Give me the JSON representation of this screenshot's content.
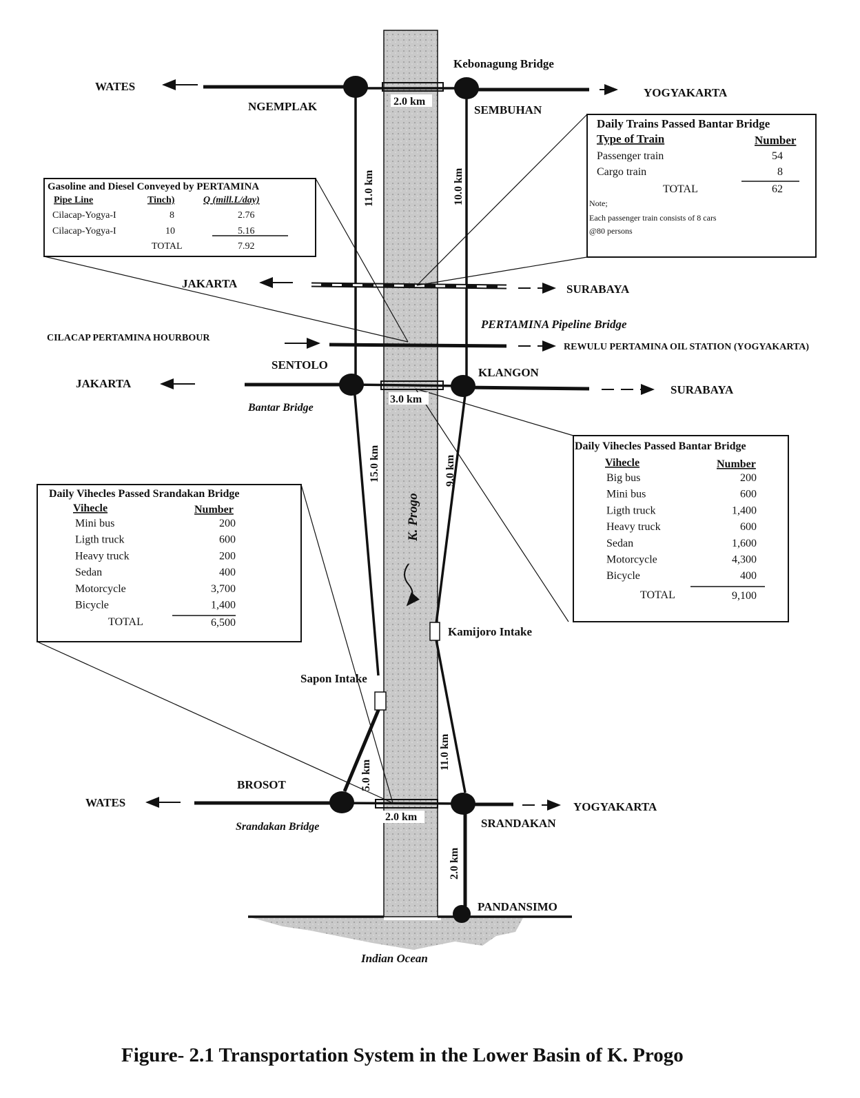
{
  "places": {
    "wates_top": "WATES",
    "yogyakarta_top": "YOGYAKARTA",
    "ngemplak": "NGEMPLAK",
    "sembuhan": "SEMBUHAN",
    "kebonagung_bridge": "Kebonagung Bridge",
    "jakarta_rail": "JAKARTA",
    "surabaya_rail": "SURABAYA",
    "pertamina_pipeline_bridge": "PERTAMINA Pipeline Bridge",
    "cilacap_harbour": "CILACAP PERTAMINA HOURBOUR",
    "rewulu_station": "REWULU PERTAMINA OIL STATION (YOGYAKARTA)",
    "sentolo": "SENTOLO",
    "klangon": "KLANGON",
    "jakarta_road": "JAKARTA",
    "surabaya_road": "SURABAYA",
    "bantar_bridge": "Bantar Bridge",
    "river": "K. Progo",
    "kamijoro_intake": "Kamijoro Intake",
    "sapon_intake": "Sapon Intake",
    "brosot": "BROSOT",
    "wates_bottom": "WATES",
    "yogyakarta_bottom": "YOGYAKARTA",
    "srandakan": "SRANDAKAN",
    "srandakan_bridge": "Srandakan Bridge",
    "pandansimo": "PANDANSIMO",
    "indian_ocean": "Indian Ocean"
  },
  "distances": {
    "kebonagung_span": "2.0 km",
    "left_upper": "11.0 km",
    "right_upper": "10.0 km",
    "bantar_span": "3.0 km",
    "left_middle": "15.0 km",
    "right_middle": "9.0 km",
    "right_lower": "11.0 km",
    "left_lower": "5.0 km",
    "srandakan_span": "2.0 km",
    "pandansimo_link": "2.0 km"
  },
  "pertamina_box": {
    "title": "Gasoline and Diesel Conveyed by PERTAMINA",
    "headers": [
      "Pipe Line",
      "Tinch)",
      "Q (mill.L/day)"
    ],
    "rows": [
      [
        "Cilacap-Yogya-I",
        "8",
        "2.76"
      ],
      [
        "Cilacap-Yogya-I",
        "10",
        "5.16"
      ]
    ],
    "total_label": "TOTAL",
    "total_value": "7.92"
  },
  "trains_box": {
    "title": "Daily Trains Passed Bantar Bridge",
    "headers": [
      "Type of Train",
      "Number"
    ],
    "rows": [
      [
        "Passenger train",
        "54"
      ],
      [
        "Cargo train",
        "8"
      ]
    ],
    "total_label": "TOTAL",
    "total_value": "62",
    "note_label": "Note;",
    "note_line1": "Each passenger train consists of 8 cars",
    "note_line2": "@80 persons"
  },
  "bantar_box": {
    "title": "Daily Vihecles Passed Bantar Bridge",
    "headers": [
      "Vihecle",
      "Number"
    ],
    "rows": [
      [
        "Big bus",
        "200"
      ],
      [
        "Mini bus",
        "600"
      ],
      [
        "Ligth truck",
        "1,400"
      ],
      [
        "Heavy truck",
        "600"
      ],
      [
        "Sedan",
        "1,600"
      ],
      [
        "Motorcycle",
        "4,300"
      ],
      [
        "Bicycle",
        "400"
      ]
    ],
    "total_label": "TOTAL",
    "total_value": "9,100"
  },
  "srandakan_box": {
    "title": "Daily Vihecles Passed Srandakan Bridge",
    "headers": [
      "Vihecle",
      "Number"
    ],
    "rows": [
      [
        "Mini bus",
        "200"
      ],
      [
        "Ligth truck",
        "600"
      ],
      [
        "Heavy truck",
        "200"
      ],
      [
        "Sedan",
        "400"
      ],
      [
        "Motorcycle",
        "3,700"
      ],
      [
        "Bicycle",
        "1,400"
      ]
    ],
    "total_label": "TOTAL",
    "total_value": "6,500"
  },
  "caption": "Figure- 2.1   Transportation System in the Lower Basin of K. Progo"
}
